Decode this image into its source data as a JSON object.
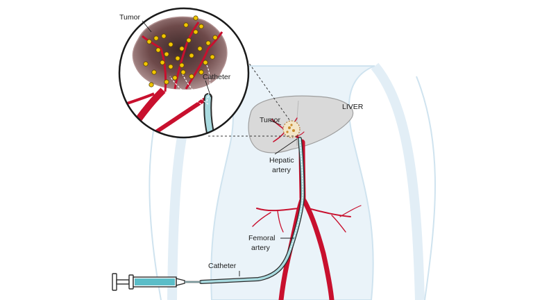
{
  "labels": {
    "tumor_inset": "Tumor",
    "catheter_inset": "Catheter",
    "tumor_liver": "Tumor",
    "liver": "LIVER",
    "hepatic_artery_line1": "Hepatic",
    "hepatic_artery_line2": "artery",
    "femoral_artery_line1": "Femoral",
    "femoral_artery_line2": "artery",
    "catheter_main": "Catheter"
  },
  "colors": {
    "artery": "#c8102e",
    "catheter": "#a9dbe0",
    "liver": "#d9d9d9",
    "body_outline": "#cfe3ef",
    "tumor": "#6e4a4a",
    "bead": "#f2c500"
  },
  "icons": [
    "syringe-icon",
    "magnifier-inset-icon"
  ]
}
